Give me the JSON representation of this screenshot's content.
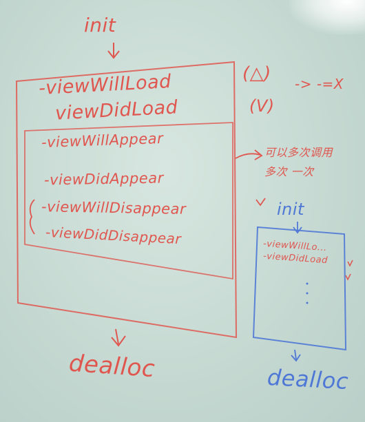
{
  "whiteboard": {
    "init_label": "init",
    "methods": [
      "-viewWillLoad",
      "viewDidLoad",
      "-viewWillAppear",
      "-viewDidAppear",
      "-viewWillDisappear",
      "-viewDidDisappear"
    ],
    "annotations": {
      "load_note": "(△)",
      "load_arrow_note": "-> -=X",
      "didload_note": "(V)",
      "appear_note_line1": "可以多次调用",
      "appear_note_line2": "多次 一次"
    },
    "dealloc_label": "dealloc",
    "sub_diagram": {
      "init_label": "init",
      "methods": [
        "-viewWillLo...",
        "-viewDidLoad"
      ],
      "dealloc_label": "dealloc"
    },
    "colors": {
      "marker_red": "#e0564f",
      "marker_blue": "#4f78d6",
      "board": "#cfe0da"
    }
  }
}
